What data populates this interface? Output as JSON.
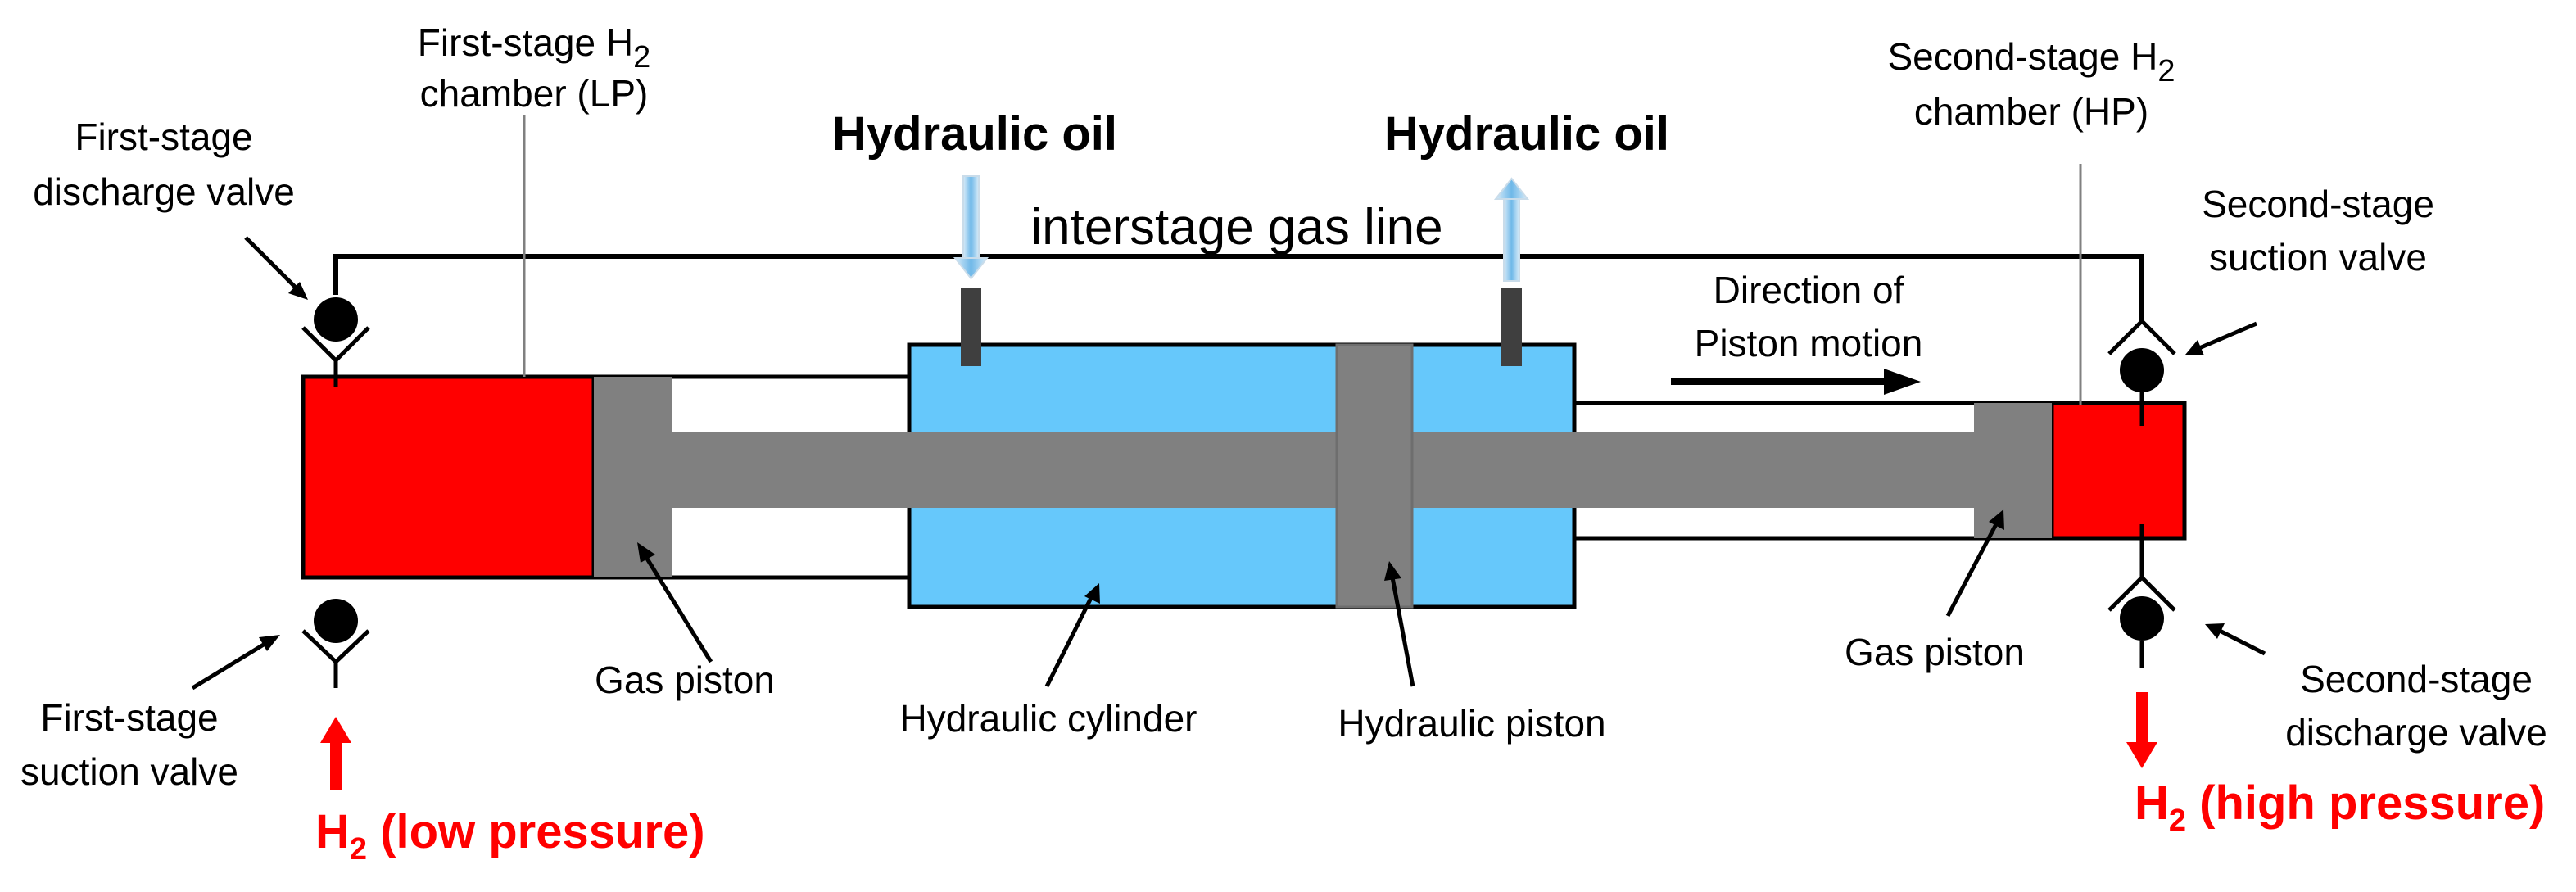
{
  "labels": {
    "first_stage_chamber_line1": "First-stage H",
    "first_stage_chamber_sub": "2",
    "first_stage_chamber_line2": "chamber (LP)",
    "first_stage_discharge_line1": "First-stage",
    "first_stage_discharge_line2": "discharge valve",
    "hydraulic_oil_left": "Hydraulic oil",
    "hydraulic_oil_right": "Hydraulic oil",
    "interstage_gas_line": "interstage gas line",
    "second_stage_chamber_line1": "Second-stage H",
    "second_stage_chamber_sub": "2",
    "second_stage_chamber_line2": "chamber (HP)",
    "second_stage_suction_line1": "Second-stage",
    "second_stage_suction_line2": "suction valve",
    "direction_line1": "Direction of",
    "direction_line2": "Piston motion",
    "gas_piston_left": "Gas piston",
    "gas_piston_right": "Gas piston",
    "hydraulic_cylinder": "Hydraulic cylinder",
    "hydraulic_piston": "Hydraulic piston",
    "first_stage_suction_line1": "First-stage",
    "first_stage_suction_line2": "suction valve",
    "second_stage_discharge_line1": "Second-stage",
    "second_stage_discharge_line2": "discharge valve",
    "h2_low_prefix": "H",
    "h2_low_sub": "2",
    "h2_low_suffix": " (low pressure)",
    "h2_high_prefix": "H",
    "h2_high_sub": "2",
    "h2_high_suffix": " (high pressure)"
  },
  "colors": {
    "gas_chamber": "#ff0000",
    "hydraulic_fluid": "#66c8fb",
    "piston": "#808080",
    "port": "#3f3f3f",
    "outline": "#000000",
    "oil_arrow": "#9dc3e6",
    "h2_arrow": "#ff0000"
  }
}
